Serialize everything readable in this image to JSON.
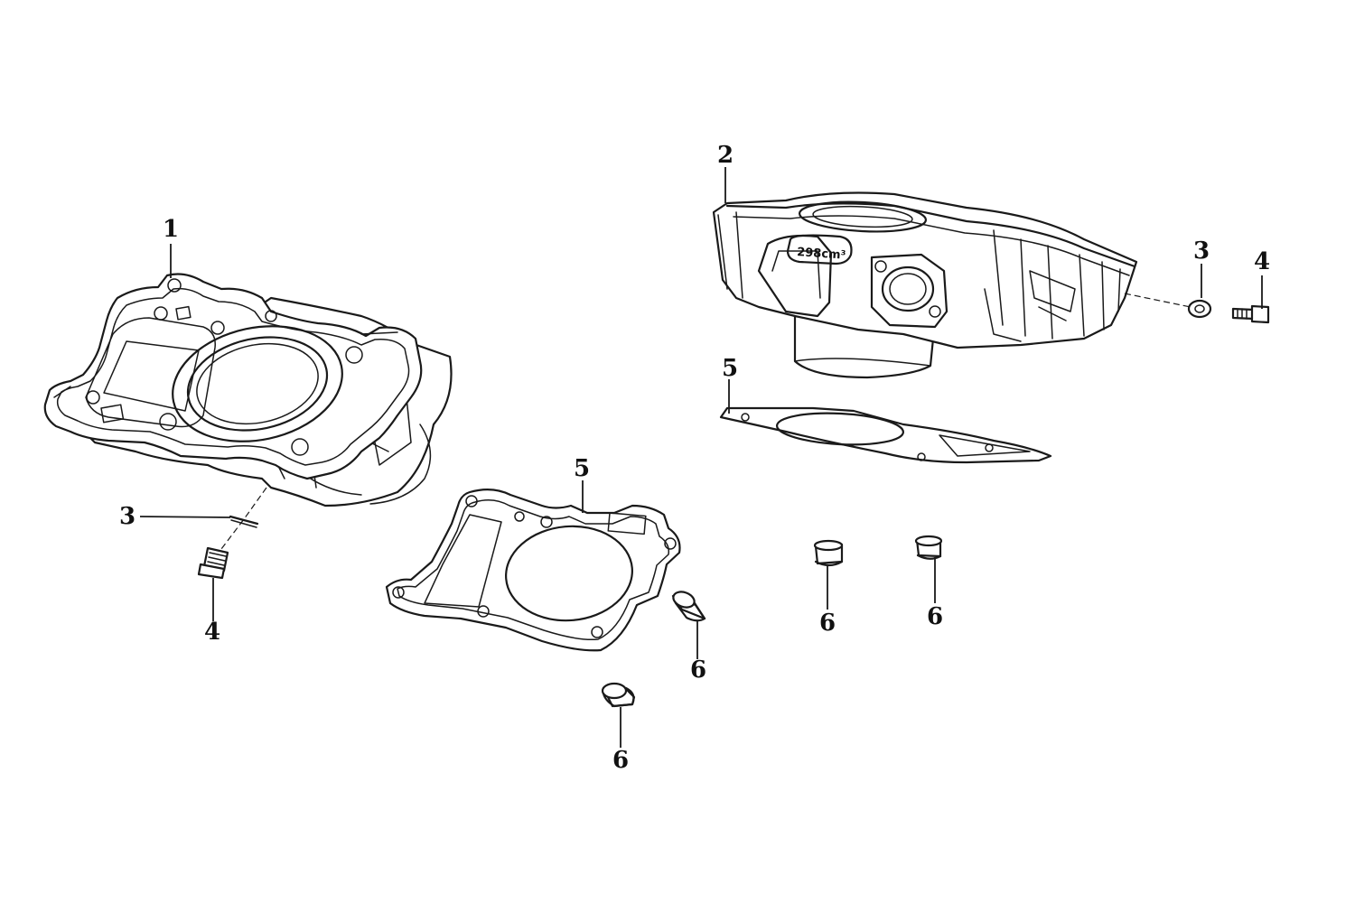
{
  "callouts": [
    {
      "id": "c1",
      "label": "1"
    },
    {
      "id": "c2",
      "label": "2"
    },
    {
      "id": "c3a",
      "label": "3"
    },
    {
      "id": "c4a",
      "label": "4"
    },
    {
      "id": "c3b",
      "label": "3"
    },
    {
      "id": "c4b",
      "label": "4"
    },
    {
      "id": "c5a",
      "label": "5"
    },
    {
      "id": "c5b",
      "label": "5"
    },
    {
      "id": "c6a",
      "label": "6"
    },
    {
      "id": "c6b",
      "label": "6"
    },
    {
      "id": "c6c",
      "label": "6"
    },
    {
      "id": "c6d",
      "label": "6"
    }
  ],
  "cylinder_emboss": "298cm³",
  "colors": {
    "line": "#1a1a1a",
    "background": "#ffffff"
  }
}
